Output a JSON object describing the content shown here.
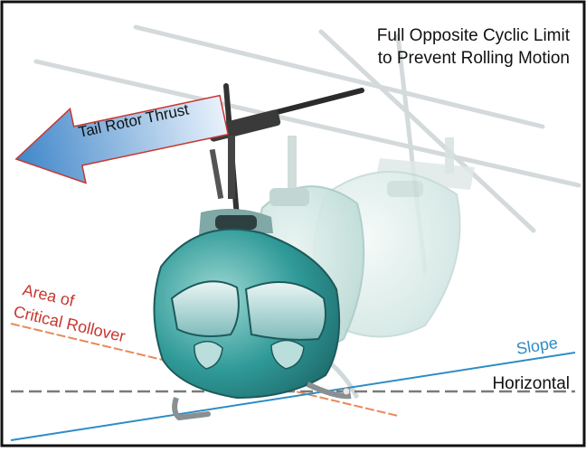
{
  "labels": {
    "title_line1": "Full Opposite Cyclic Limit",
    "title_line2": "to Prevent Rolling Motion",
    "tail_rotor": "Tail Rotor Thrust",
    "critical_line1": "Area of",
    "critical_line2": "Critical Rollover",
    "slope": "Slope",
    "horizontal": "Horizontal"
  },
  "colors": {
    "border": "#111111",
    "critical": "#c8362f",
    "critical_line": "#e8895a",
    "slope": "#2f8cc4",
    "horizontal_line": "#7a7a7a",
    "arrow_fill": "#6fa8dc",
    "arrow_outline": "#c8362f",
    "fuselage": "#2e8d8d",
    "ghost": "#cfe3e0"
  }
}
